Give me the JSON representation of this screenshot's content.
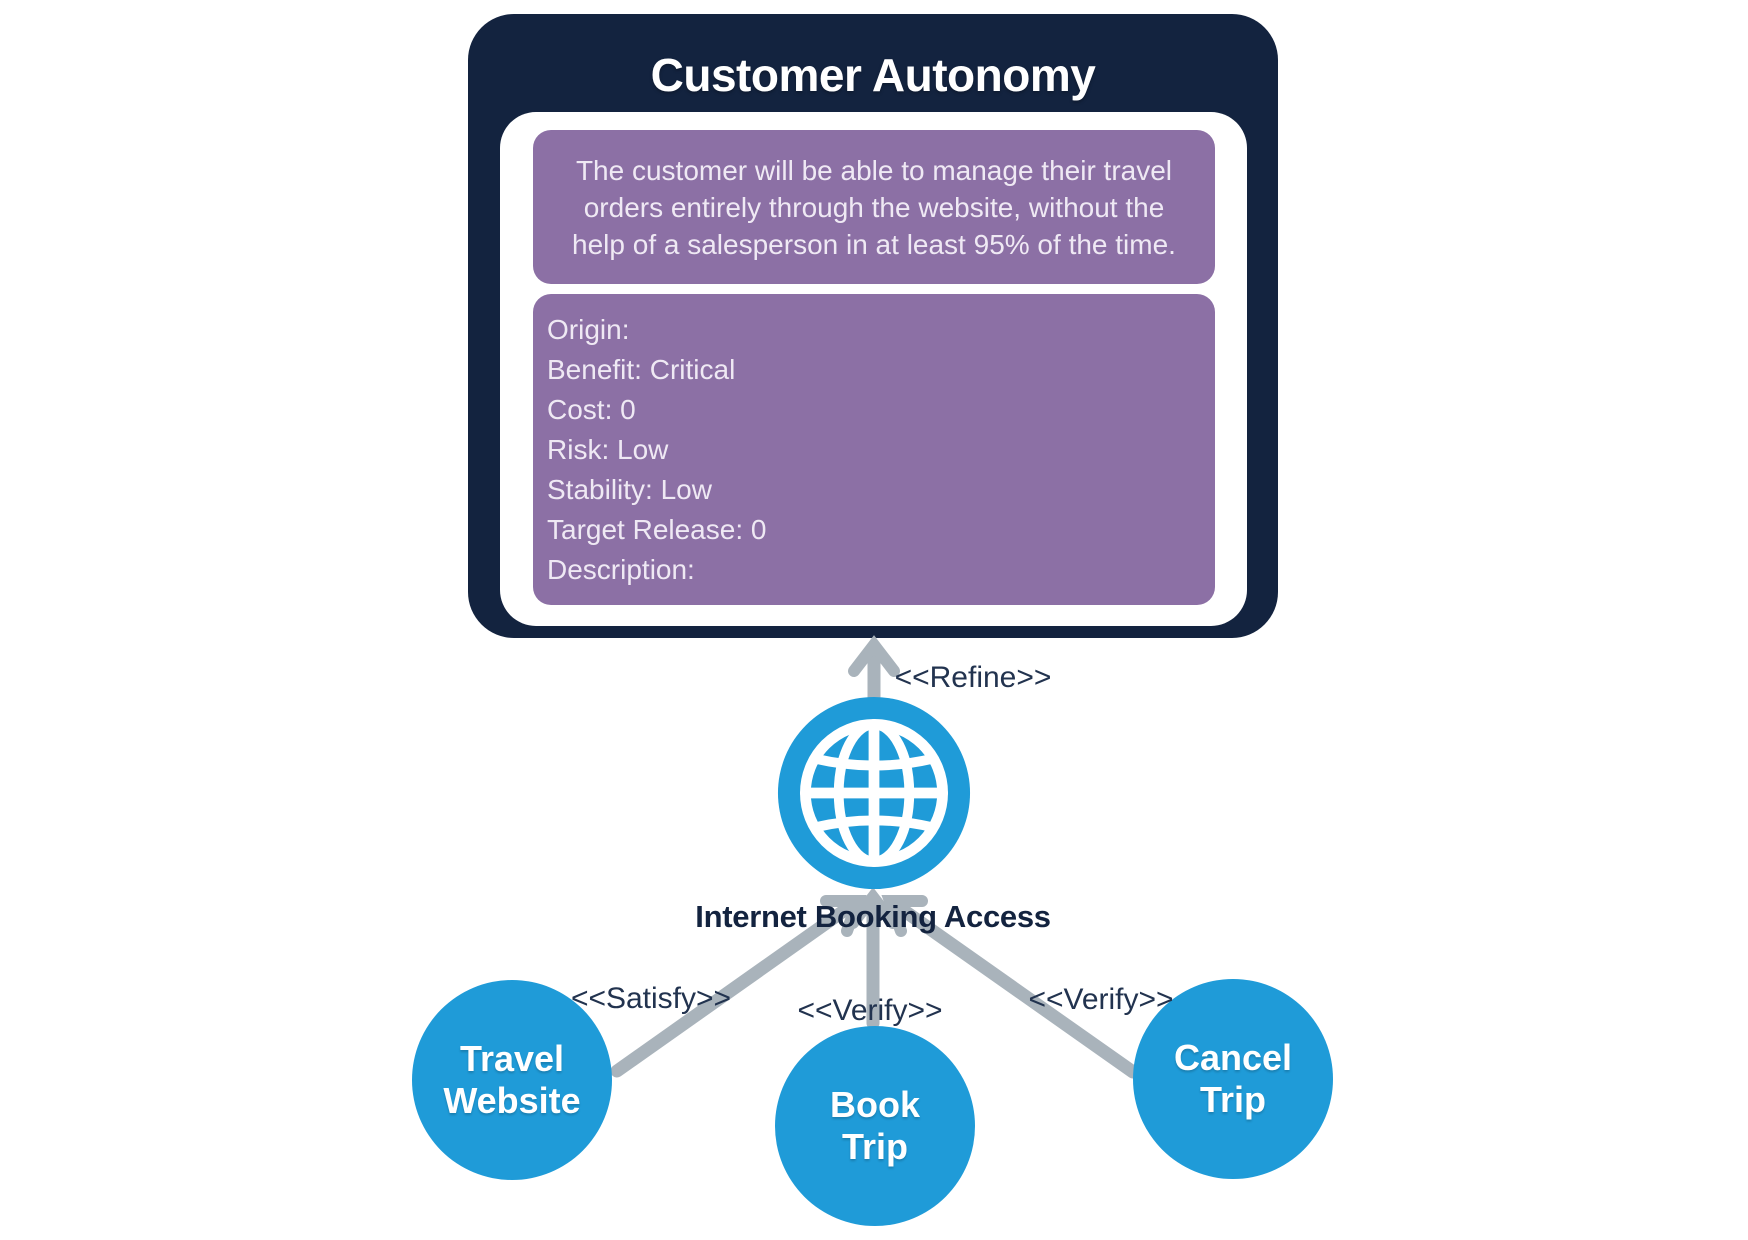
{
  "colors": {
    "navy": "#13233f",
    "purple": "#8c70a5",
    "blue": "#1f9bd8",
    "edge-gray": "#a9b3bb",
    "label-navy": "#22334f",
    "card-white": "#ffffff",
    "purple-text": "#efe9f4"
  },
  "requirement_card": {
    "title": "Customer Autonomy",
    "description_lines": [
      "The customer will be able to manage their travel",
      "orders entirely through the website, without the",
      "help of a salesperson in at least 95% of the time."
    ],
    "attributes": [
      "Origin:",
      "Benefit: Critical",
      "Cost: 0",
      "Risk: Low",
      "Stability: Low",
      "Target Release: 0",
      "Description:"
    ]
  },
  "edges": {
    "refine": "<<Refine>>",
    "satisfy": "<<Satisfy>>",
    "verify_book": "<<Verify>>",
    "verify_cancel": "<<Verify>>"
  },
  "nodes": {
    "internet_booking_access": {
      "label": "Internet Booking Access",
      "icon": "globe-icon"
    },
    "travel_website": {
      "line1": "Travel",
      "line2": "Website"
    },
    "book_trip": {
      "line1": "Book",
      "line2": "Trip"
    },
    "cancel_trip": {
      "line1": "Cancel",
      "line2": "Trip"
    }
  }
}
